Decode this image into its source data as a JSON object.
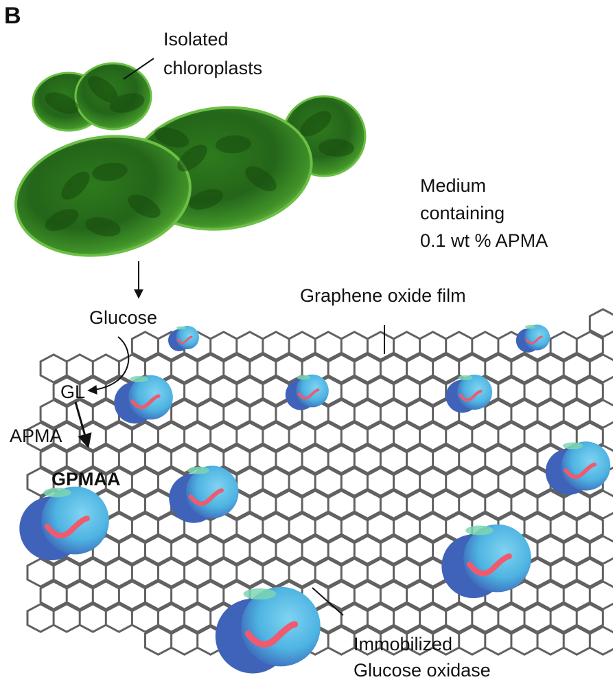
{
  "panel_label": "B",
  "labels": {
    "isolated_chloroplasts": [
      "Isolated",
      "chloroplasts"
    ],
    "medium": [
      "Medium",
      "containing",
      "0.1 wt % APMA"
    ],
    "graphene_film": "Graphene oxide film",
    "glucose": "Glucose",
    "gl": "GL",
    "apma": "APMA",
    "gpmaa": "GPMAA",
    "immobilized": [
      "Immobilized",
      "Glucose oxidase"
    ]
  },
  "colors": {
    "chloroplast_dark": "#1f5a12",
    "chloroplast_light": "#5fae3a",
    "lattice": "#3a3a3a",
    "enzyme_dark": "#3f63b8",
    "enzyme_light": "#5ec3e6",
    "enzyme_accent": "#ef5a6f",
    "enzyme_green": "#7cd6b0"
  }
}
